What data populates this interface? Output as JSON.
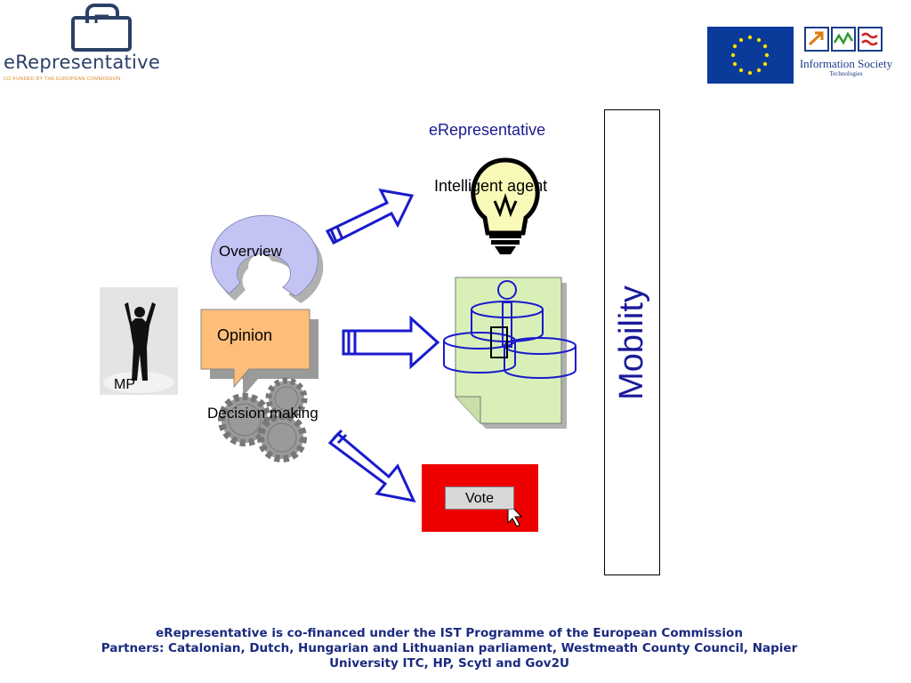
{
  "header": {
    "logo_text": "eRepresentative",
    "logo_subtitle": "CO-FUNDED BY THE EUROPEAN COMMISSION",
    "ist_text": "Information Society",
    "ist_subtitle": "Technologies"
  },
  "diagram": {
    "title": "eRepresentative",
    "agent_label": "Intelligent agent",
    "overview_label": "Overview",
    "opinion_label": "Opinion",
    "decision_label": "Decision making",
    "mp_label": "MP",
    "vote_label": "Vote",
    "mobility_label": "Mobility"
  },
  "footer": {
    "line1": "eRepresentative is co-financed under the IST Programme of the European Commission",
    "line2": "Partners: Catalonian, Dutch, Hungarian and Lithuanian parliament, Westmeath County Council, Napier",
    "line3": "University ITC, HP, Scytl and Gov2U"
  },
  "colors": {
    "arrow_blue": "#1a1acc",
    "overview_fill": "#c4c4f4",
    "opinion_fill": "#ffbd7a",
    "doc_fill": "#d8f0b8",
    "vote_red": "#ee0000",
    "bulb_fill": "#fafab8"
  }
}
